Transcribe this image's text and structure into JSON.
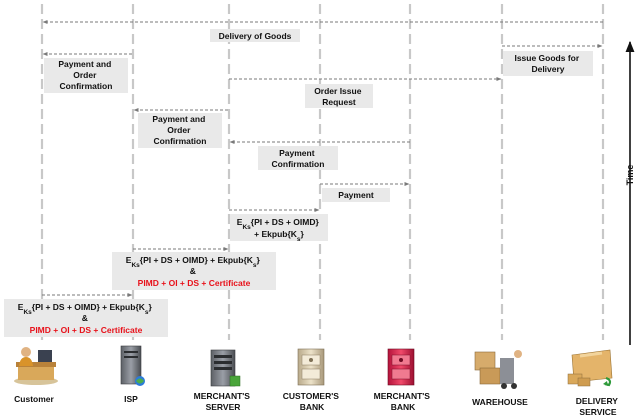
{
  "diagram": {
    "entities": [
      {
        "id": "customer",
        "lines": [
          "Customer"
        ]
      },
      {
        "id": "isp",
        "lines": [
          "ISP"
        ]
      },
      {
        "id": "merchant-server",
        "lines": [
          "MERCHANT'S",
          "SERVER"
        ]
      },
      {
        "id": "customer-bank",
        "lines": [
          "CUSTOMER'S",
          "BANK"
        ]
      },
      {
        "id": "merchant-bank",
        "lines": [
          "MERCHANT'S",
          "BANK"
        ]
      },
      {
        "id": "warehouse",
        "lines": [
          "WAREHOUSE"
        ]
      },
      {
        "id": "delivery-service",
        "lines": [
          "DELIVERY",
          "SERVICE"
        ]
      }
    ],
    "messages": [
      {
        "id": "delivery-of-goods",
        "lines": [
          "Delivery of Goods"
        ]
      },
      {
        "id": "issue-goods",
        "lines": [
          "Issue Goods for",
          "Delivery"
        ]
      },
      {
        "id": "payment-order-confirmation-1",
        "lines": [
          "Payment and",
          "Order",
          "Confirmation"
        ]
      },
      {
        "id": "order-issue-request",
        "lines": [
          "Order Issue",
          "Request"
        ]
      },
      {
        "id": "payment-order-confirmation-2",
        "lines": [
          "Payment and",
          "Order",
          "Confirmation"
        ]
      },
      {
        "id": "payment-confirmation",
        "lines": [
          "Payment",
          "Confirmation"
        ]
      },
      {
        "id": "payment",
        "lines": [
          "Payment"
        ]
      },
      {
        "id": "ek-bank",
        "lines": [
          "E|Ks|{PI + DS + OIMD}",
          "+ Ekpub{K|s|}"
        ]
      },
      {
        "id": "ek-merchant",
        "lines": [
          "E|Ks|{PI + DS + OIMD} + Ekpub{K|s|}",
          "&",
          "PIMD + OI + DS + Certificate"
        ],
        "red_line": 2
      },
      {
        "id": "ek-isp",
        "lines": [
          "E|Ks|{PI + DS + OIMD} + Ekpub{K|s|}",
          "&",
          "PIMD + OI + DS + Certificate"
        ],
        "red_line": 2
      }
    ],
    "time_label": "Time",
    "colors": {
      "lifeline": "#c8c8c8",
      "arrow": "#7a7a7a",
      "label_bg": "#e9e9e9",
      "red_text": "#e8111a",
      "text": "#111111"
    }
  }
}
